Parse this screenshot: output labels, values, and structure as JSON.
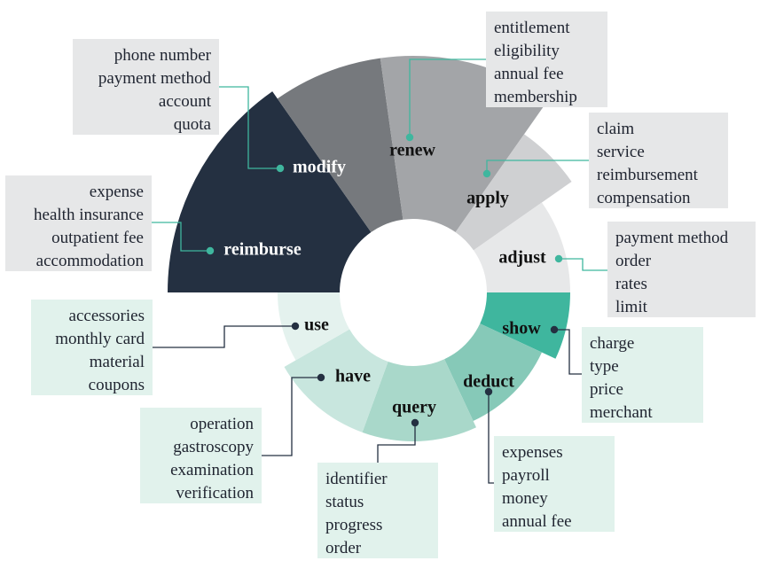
{
  "colors": {
    "navy": "#243041",
    "dark_gray": "#76797d",
    "gray": "#a3a5a8",
    "light_gray": "#cfd0d2",
    "lighter_gray": "#e7e8e9",
    "teal": "#3fb69e",
    "teal_mid": "#86c9b8",
    "teal_light": "#a9d8ca",
    "teal_lighter": "#c8e6de",
    "teal_pale": "#e4f2ee",
    "gray_box": "#e6e7e8",
    "teal_box": "#e1f2ec",
    "connector_gray": "#2aa58c",
    "connector_dark": "#243041"
  },
  "segments": [
    {
      "id": "reimburse",
      "label": "reimburse",
      "color": "#243041",
      "text_color": "#ffffff",
      "dot_color": "#3fb69e",
      "box_lines": [
        "expense",
        "health insurance",
        "outpatient fee",
        "accommodation"
      ]
    },
    {
      "id": "modify",
      "label": "modify",
      "color": "#76797d",
      "text_color": "#ffffff",
      "dot_color": "#3fb69e",
      "box_lines": [
        "phone number",
        "payment method",
        "account",
        "quota"
      ]
    },
    {
      "id": "renew",
      "label": "renew",
      "color": "#a3a5a8",
      "text_color": "#111111",
      "dot_color": "#3fb69e",
      "box_lines": [
        "entitlement",
        "eligibility",
        "annual fee",
        "membership"
      ]
    },
    {
      "id": "apply",
      "label": "apply",
      "color": "#cfd0d2",
      "text_color": "#111111",
      "dot_color": "#3fb69e",
      "box_lines": [
        "claim",
        "service",
        "reimbursement",
        "compensation"
      ]
    },
    {
      "id": "adjust",
      "label": "adjust",
      "color": "#e7e8e9",
      "text_color": "#111111",
      "dot_color": "#3fb69e",
      "box_lines": [
        "payment method",
        "order",
        "rates",
        "limit"
      ]
    },
    {
      "id": "show",
      "label": "show",
      "color": "#3fb69e",
      "text_color": "#111111",
      "dot_color": "#243041",
      "box_lines": [
        "charge",
        "type",
        "price",
        "merchant"
      ]
    },
    {
      "id": "deduct",
      "label": "deduct",
      "color": "#86c9b8",
      "text_color": "#111111",
      "dot_color": "#243041",
      "box_lines": [
        "expenses",
        "payroll",
        "money",
        "annual fee"
      ]
    },
    {
      "id": "query",
      "label": "query",
      "color": "#a9d8ca",
      "text_color": "#111111",
      "dot_color": "#243041",
      "box_lines": [
        "identifier",
        "status",
        "progress",
        "order"
      ]
    },
    {
      "id": "have",
      "label": "have",
      "color": "#c8e6de",
      "text_color": "#111111",
      "dot_color": "#243041",
      "box_lines": [
        "operation",
        "gastroscopy",
        "examination",
        "verification"
      ]
    },
    {
      "id": "use",
      "label": "use",
      "color": "#e4f2ee",
      "text_color": "#111111",
      "dot_color": "#243041",
      "box_lines": [
        "accessories",
        "monthly card",
        "material",
        "coupons"
      ]
    }
  ]
}
